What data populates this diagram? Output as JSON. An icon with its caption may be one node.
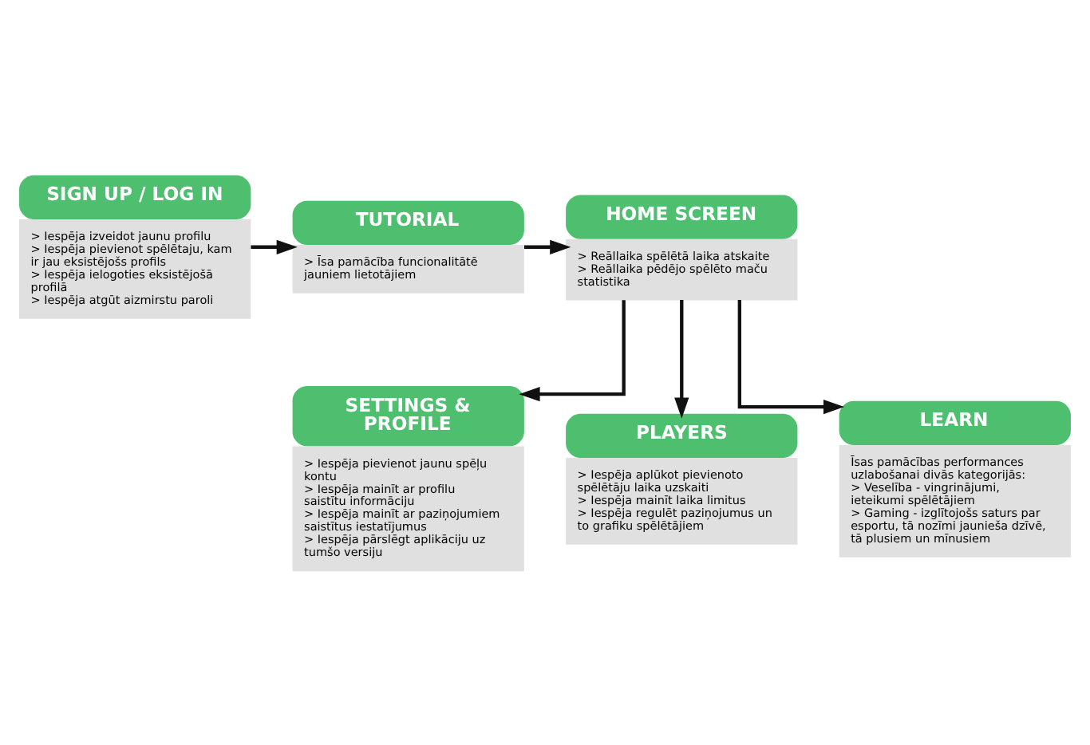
{
  "diagram": {
    "nodes": [
      {
        "text": [
          "SIGN UP / LOG IN",
          "> Iespēja izveidot jaunu profilu",
          "> Iespēja pievienot spēlētaju, kam ir jau eksistējošs profils",
          "> Iespēja ielogoties eksistējošā profilā",
          "> Iespēja atgūt aizmirstu paroli"
        ]
      },
      {
        "text": [
          "TUTORIAL",
          "> Īsa pamācība funcionalitātē jauniem lietotājiem"
        ]
      },
      {
        "text": [
          "HOME SCREEN",
          "> Reāllaika spēlētā laika atskaite",
          "> Reāllaika pēdējo spēlēto maču statistika"
        ]
      },
      {
        "text": [
          "SETTINGS & PROFILE",
          "> Iespēja pievienot jaunu spēļu kontu",
          "> Iespēja mainīt ar profilu saistītu informāciju",
          "> Iespēja mainīt ar paziņojumiem saistītus iestatījumus",
          "> Iespēja pārslēgt aplikāciju uz tumšo versiju"
        ]
      },
      {
        "text": [
          "PLAYERS",
          "> Iespēja aplūkot pievienoto spēlētāju laika uzskaiti",
          "> Iespēja mainīt laika limitus",
          "> Iespēja regulēt paziņojumus un to grafiku spēlētājiem"
        ]
      },
      {
        "text": [
          "LEARN",
          "Īsas pamācības performances uzlabošanai divās kategorijās:",
          "> Veselība - vingrinājumi, ieteikumi spēlētājiem",
          "> Gaming - izglītojošs saturs par esportu, tā nozīmi jaunieša dzīvē, tā plusiem un mīnusiem"
        ]
      }
    ],
    "edges": [
      {
        "from": 0,
        "to": 1,
        "arrow": "to"
      },
      {
        "from": 1,
        "to": 2,
        "arrow": "to"
      },
      {
        "from": 2,
        "to": 3,
        "arrow": "to"
      },
      {
        "from": 2,
        "to": 4,
        "arrow": "to"
      },
      {
        "from": 2,
        "to": 5,
        "arrow": "to"
      }
    ]
  }
}
